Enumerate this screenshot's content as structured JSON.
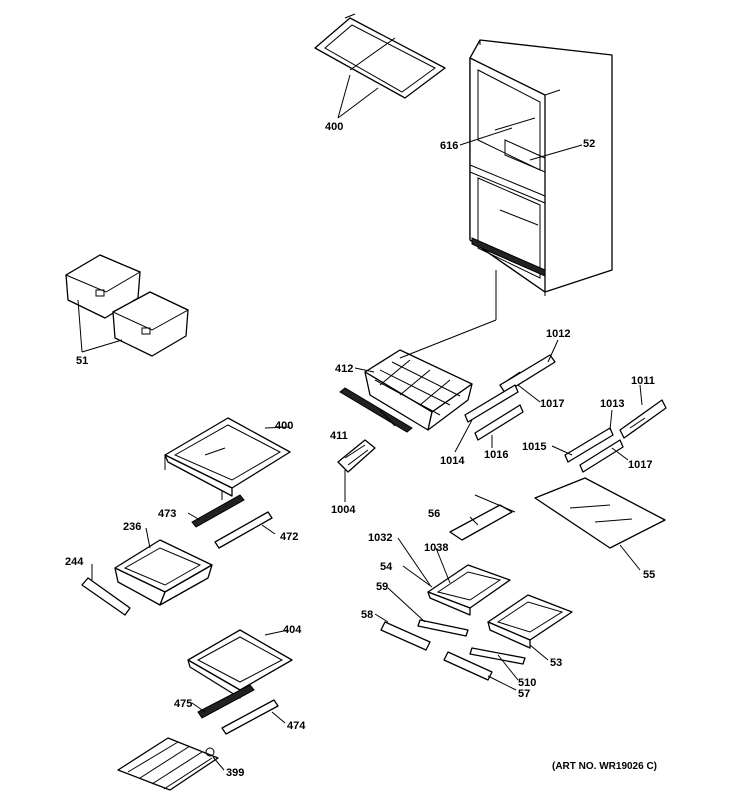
{
  "labels": {
    "p400a": "400",
    "p616": "616",
    "p52": "52",
    "p51": "51",
    "p412": "412",
    "p1012": "1012",
    "p411": "411",
    "p1017a": "1017",
    "p1011": "1011",
    "p1013": "1013",
    "p1014": "1014",
    "p1016": "1016",
    "p1015": "1015",
    "p1017b": "1017",
    "p400b": "400",
    "p1004": "1004",
    "p56": "56",
    "p473": "473",
    "p472": "472",
    "p236": "236",
    "p1032": "1032",
    "p1038": "1038",
    "p55": "55",
    "p54": "54",
    "p244": "244",
    "p59": "59",
    "p58": "58",
    "p404": "404",
    "p53": "53",
    "p510": "510",
    "p57": "57",
    "p475": "475",
    "p474": "474",
    "p399": "399"
  },
  "art_number": "(ART NO. WR19026 C)"
}
